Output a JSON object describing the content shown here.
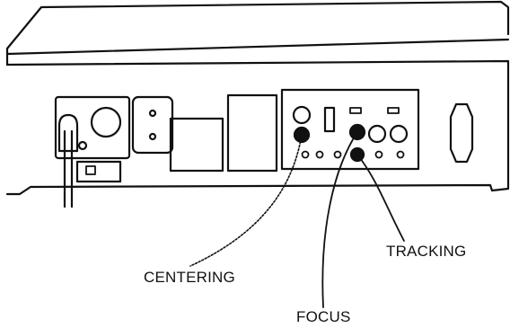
{
  "labels": {
    "centering": "CENTERING",
    "focus": "FOCUS",
    "tracking": "TRACKING"
  },
  "colors": {
    "line": "#111111",
    "background": "#ffffff"
  }
}
